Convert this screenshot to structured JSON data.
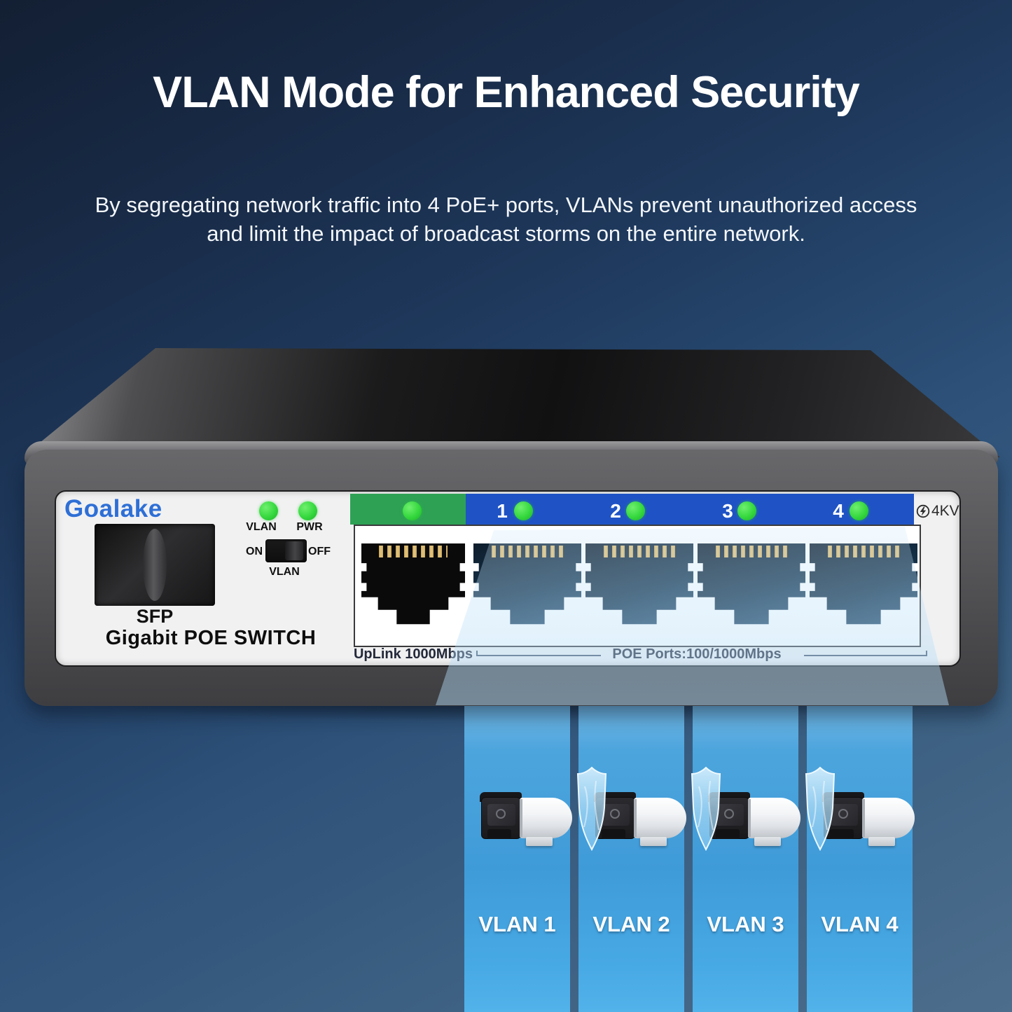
{
  "title": "VLAN Mode for Enhanced Security",
  "subtitle": {
    "line1": "By segregating network traffic into 4 PoE+ ports, VLANs prevent unauthorized access",
    "line2": "and limit the impact of broadcast storms on the entire network."
  },
  "switch": {
    "brand": "Goalake",
    "sfp_label": "SFP",
    "product_label": "Gigabit POE SWITCH",
    "leds": {
      "vlan": "VLAN",
      "pwr": "PWR"
    },
    "toggle": {
      "on": "ON",
      "off": "OFF",
      "label": "VLAN"
    },
    "surge_label": "4KV",
    "poe_port_numbers": [
      "1",
      "2",
      "3",
      "4"
    ],
    "captions": {
      "uplink": "UpLink 1000Mbps",
      "poe": "POE Ports:100/1000Mbps"
    }
  },
  "vlans": [
    "VLAN 1",
    "VLAN 2",
    "VLAN 3",
    "VLAN 4"
  ],
  "colors": {
    "brand_blue": "#2e6fd6",
    "uplink_band_green": "#2ea155",
    "poe_band_blue": "#1f53c5",
    "led_green": "#35d83e",
    "beam_blue": "#3f9bd8",
    "background_navy": "#182a46"
  }
}
